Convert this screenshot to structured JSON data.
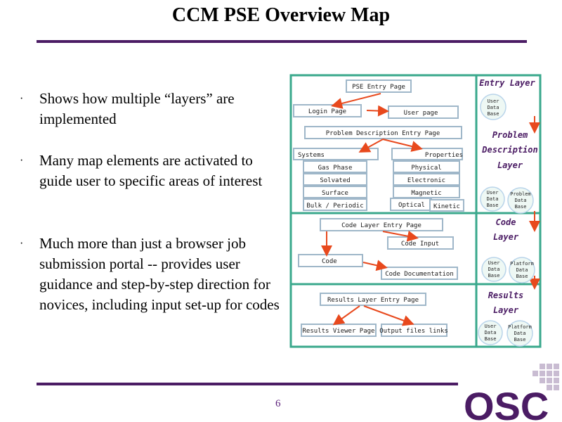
{
  "title": "CCM PSE Overview Map",
  "bullets": [
    "Shows how multiple “layers” are implemented",
    "Many map elements are activated to guide user to specific areas of interest",
    "Much more than just a browser job submission portal -- provides user guidance and step-by-step direction for novices, including input set-up for codes"
  ],
  "bullet_marker": "·",
  "slide_number": "6",
  "logo_text": "OSC",
  "colors": {
    "accent": "#4b1c64",
    "map_border": "#3aa88c",
    "arrow": "#e8491d",
    "layer_label": "#4b1c64",
    "circle": "#d6f0e8"
  },
  "map": {
    "entry": {
      "entry_page": "PSE Entry Page",
      "login": "Login Page",
      "user_page": "User page",
      "layer_label": "Entry Layer",
      "db": "User Data Base"
    },
    "problem": {
      "entry_page": "Problem Description Entry Page",
      "systems": "Systems",
      "properties": "Properties",
      "system_items": [
        "Gas Phase",
        "Solvated",
        "Surface",
        "Bulk / Periodic"
      ],
      "property_items": [
        "Physical",
        "Electronic",
        "Magnetic",
        "Optical",
        "Kinetic"
      ],
      "layer_label": "Problem Description Layer",
      "db1": "User Data Base",
      "db2": "Problem Data Base"
    },
    "code": {
      "entry_page": "Code Layer Entry Page",
      "code_input": "Code Input",
      "code": "Code",
      "documentation": "Code Documentation",
      "layer_label": "Code Layer",
      "db1": "User Data Base",
      "db2": "Platform Data Base"
    },
    "results": {
      "entry_page": "Results Layer Entry Page",
      "viewer": "Results Viewer Page",
      "output": "Output files links",
      "layer_label": "Results Layer",
      "db1": "User Data Base",
      "db2": "Platform Data Base"
    }
  }
}
